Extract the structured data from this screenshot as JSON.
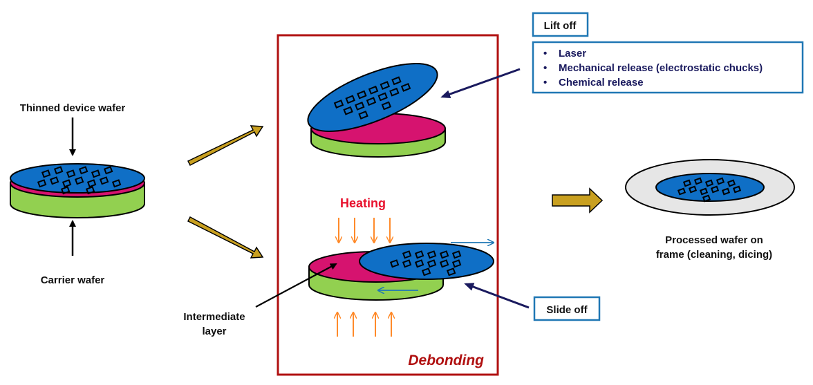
{
  "labels": {
    "thinned_device_wafer": "Thinned device wafer",
    "carrier_wafer": "Carrier wafer",
    "heating": "Heating",
    "intermediate_layer_line1": "Intermediate",
    "intermediate_layer_line2": "layer",
    "debonding": "Debonding",
    "lift_off": "Lift off",
    "slide_off": "Slide off",
    "processed_line1": "Processed wafer on",
    "processed_line2": "frame (cleaning, dicing)"
  },
  "lift_off_methods": [
    "Laser",
    "Mechanical release (electrostatic chucks)",
    "Chemical release"
  ],
  "colors": {
    "wafer_blue": "#0f6fc6",
    "carrier_green": "#92d050",
    "intermediate_magenta": "#d6136f",
    "arrow_gold": "#c9a020",
    "debonding_frame": "#b01010",
    "box_blue": "#1f77b4",
    "navy_text": "#1a1a5e",
    "heat_orange": "#ff8a2a"
  }
}
